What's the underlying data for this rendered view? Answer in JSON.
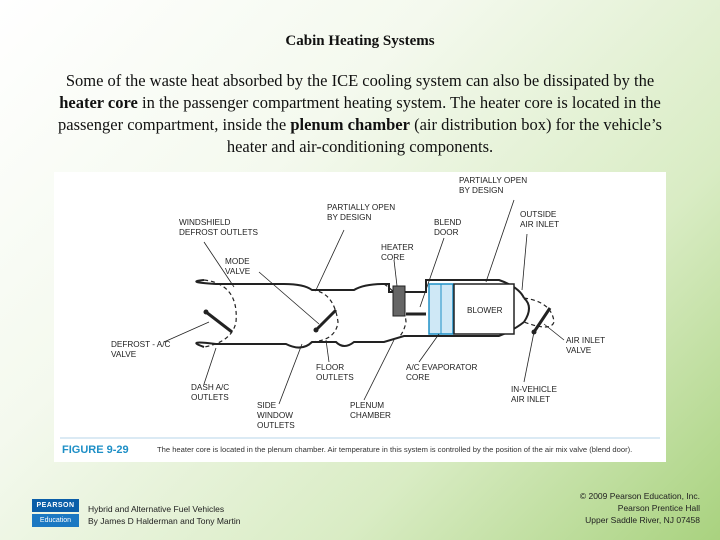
{
  "slide": {
    "title": "Cabin Heating Systems",
    "intro_parts": [
      "Some of the waste heat absorbed by the ICE cooling system can also be dissipated by the ",
      "heater core",
      " in the passenger compartment heating system.  The heater core is located in the passenger compartment, inside the ",
      "plenum chamber",
      " (air distribution box) for the vehicle’s heater and air-conditioning components."
    ]
  },
  "figure": {
    "labels": {
      "partially_open_top": [
        "PARTIALLY OPEN",
        "BY DESIGN"
      ],
      "outside_air_inlet": [
        "OUTSIDE",
        "AIR INLET"
      ],
      "windshield_defrost": [
        "WINDSHIELD",
        "DEFROST OUTLETS"
      ],
      "partially_open_mid": [
        "PARTIALLY OPEN",
        "BY DESIGN"
      ],
      "blend_door": [
        "BLEND",
        "DOOR"
      ],
      "heater_core": [
        "HEATER",
        "CORE"
      ],
      "mode_valve": [
        "MODE",
        "VALVE"
      ],
      "blower": "BLOWER",
      "defrost_ac_valve": [
        "DEFROST - A/C",
        "VALVE"
      ],
      "air_inlet_valve": [
        "AIR INLET",
        "VALVE"
      ],
      "floor_outlets": [
        "FLOOR",
        "OUTLETS"
      ],
      "ac_evaporator_core": [
        "A/C EVAPORATOR",
        "CORE"
      ],
      "dash_ac_outlets": [
        "DASH A/C",
        "OUTLETS"
      ],
      "in_vehicle_air_inlet": [
        "IN-VEHICLE",
        "AIR INLET"
      ],
      "side_window_outlets": [
        "SIDE",
        "WINDOW",
        "OUTLETS"
      ],
      "plenum_chamber": [
        "PLENUM",
        "CHAMBER"
      ]
    },
    "caption_number": "FIGURE 9-29",
    "caption_text": "The heater core is located in the plenum chamber. Air temperature in this system is controlled by the position of the air mix valve (blend door)."
  },
  "footer": {
    "logo_top": "PEARSON",
    "logo_bottom": "Education",
    "book_title": "Hybrid and Alternative Fuel Vehicles",
    "book_authors": "By James D Halderman and Tony Martin",
    "copyright": "© 2009 Pearson Education, Inc.",
    "publisher": "Pearson Prentice Hall",
    "location": "Upper Saddle River, NJ 07458"
  },
  "colors": {
    "accent_blue": "#1e8fc6",
    "evaporator_fill": "#cfe8f6"
  }
}
